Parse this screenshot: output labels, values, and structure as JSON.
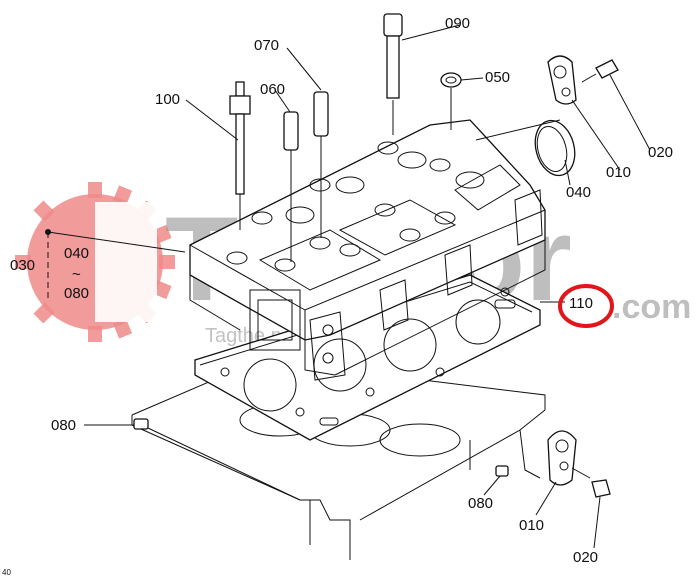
{
  "watermark": {
    "brand": "Traktor",
    "suffix": ".com",
    "tagline": "Tagthe parts",
    "brand_color": "#e23b3b"
  },
  "callout": {
    "highlighted_part": "110",
    "circle_color": "#e0161b"
  },
  "labels": {
    "p090": "090",
    "p070": "070",
    "p050": "050",
    "p100": "100",
    "p060": "060",
    "p010_top": "010",
    "p020_top": "020",
    "p040": "040",
    "p030": "030",
    "p030_from": "040",
    "p030_sep": "~",
    "p030_to": "080",
    "p110": "110",
    "p080_left": "080",
    "p080_bottom": "080",
    "p010_bottom": "010",
    "p020_bottom": "020"
  },
  "corner_text": "40"
}
